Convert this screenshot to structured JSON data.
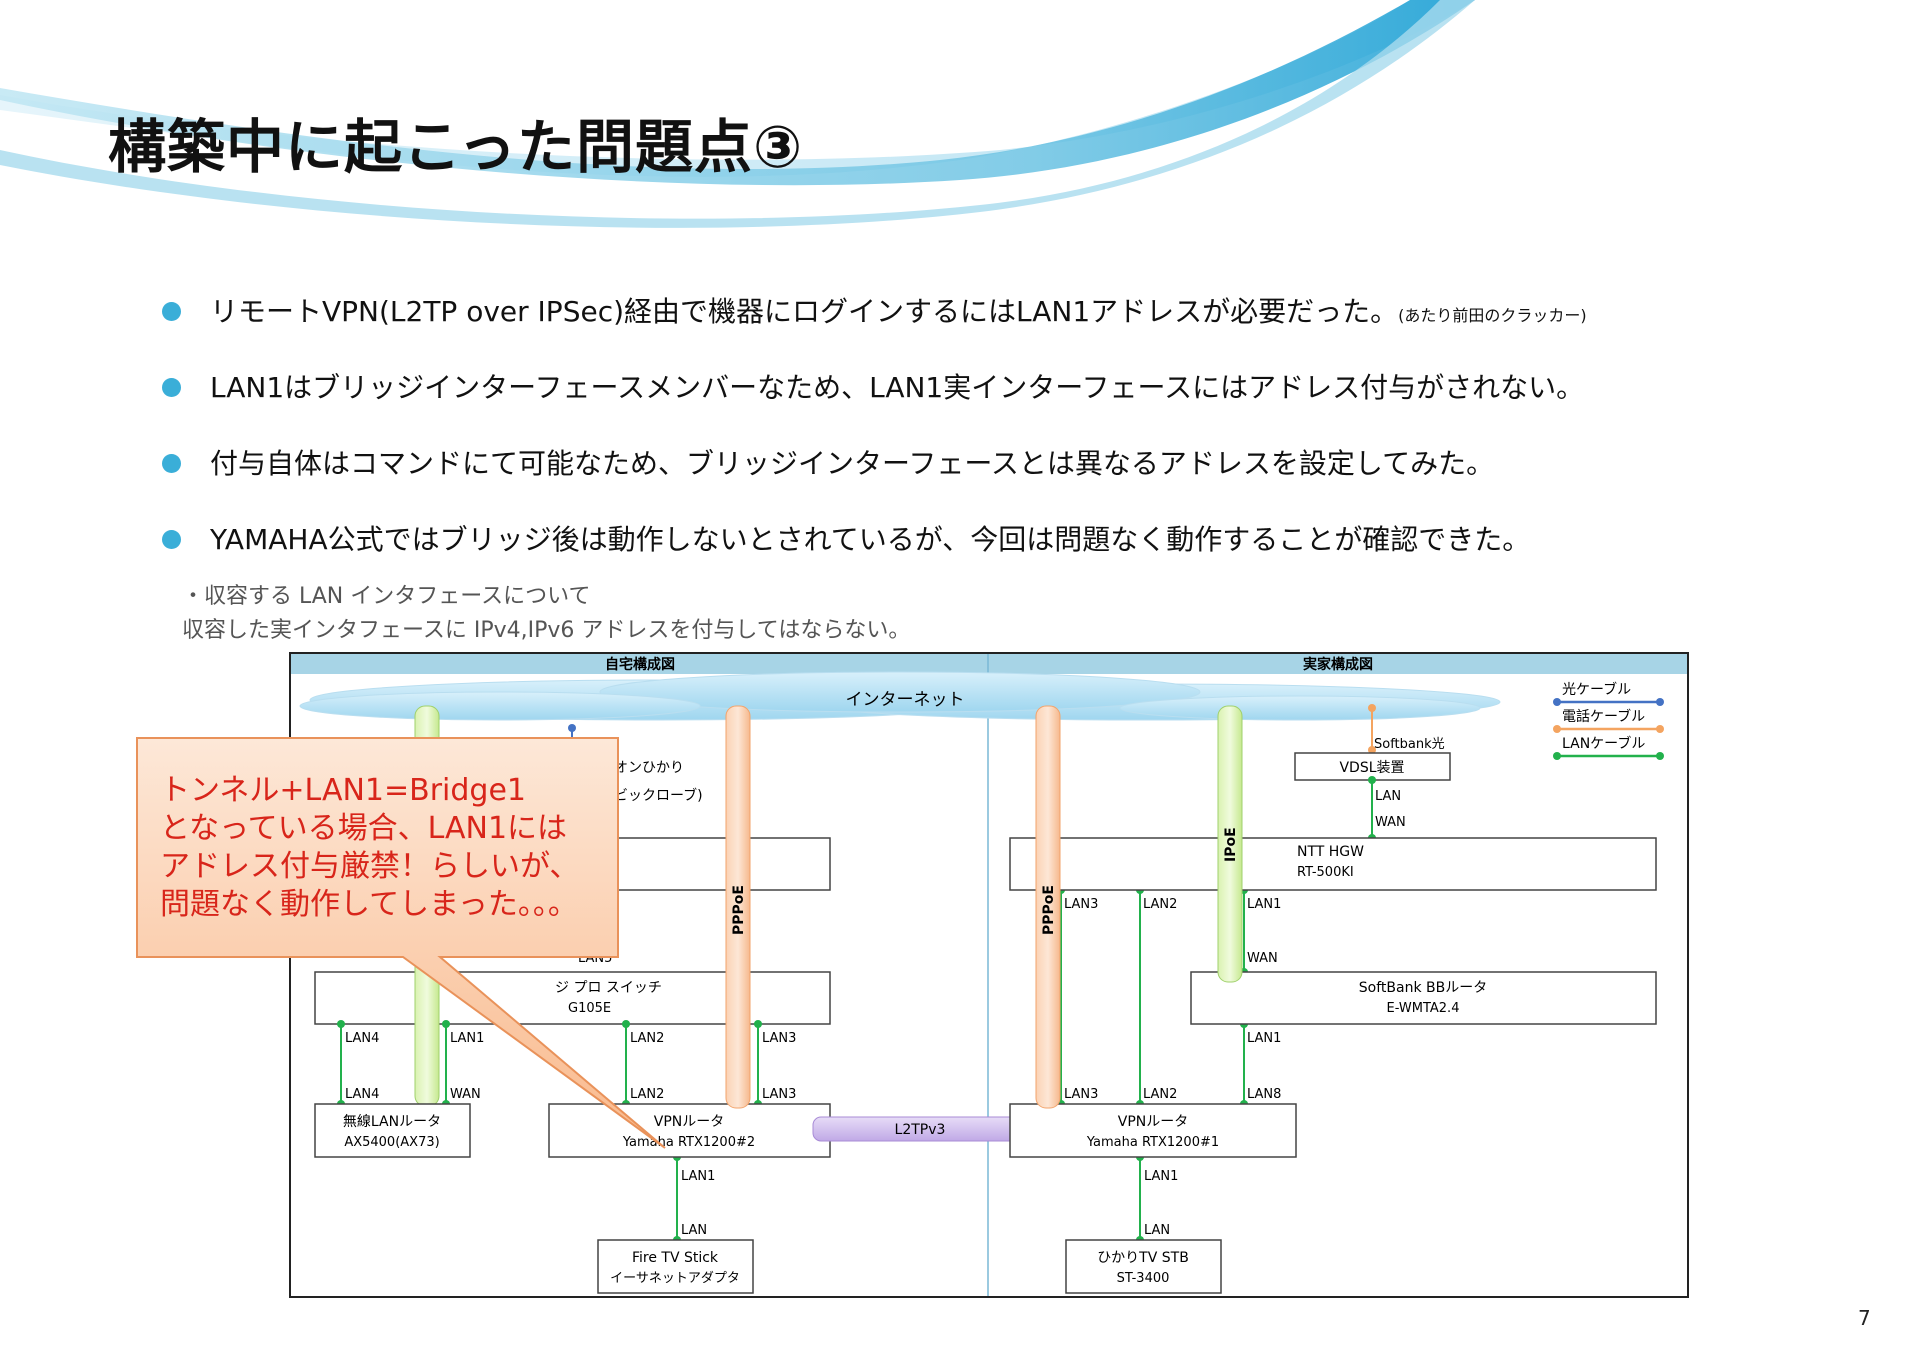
{
  "slide": {
    "title": "構築中に起こった問題点③",
    "bullets": [
      {
        "text": "リモートVPN(L2TP over IPSec)経由で機器にログインするにはLAN1アドレスが必要だった。",
        "note": "(あたり前田のクラッカー)"
      },
      {
        "text": "LAN1はブリッジインターフェースメンバーなため、LAN1実インターフェースにはアドレス付与がされない。",
        "note": ""
      },
      {
        "text": "付与自体はコマンドにて可能なため、ブリッジインターフェースとは異なるアドレスを設定してみた。",
        "note": ""
      },
      {
        "text": "YAMAHA公式ではブリッジ後は動作しないとされているが、今回は問題なく動作することが確認できた。",
        "note": ""
      }
    ],
    "quote_lines": [
      "・収容する LAN インタフェースについて",
      "収容した実インタフェースに IPv4,IPv6 アドレスを付与してはならない。"
    ],
    "page_number": "7"
  },
  "diagram": {
    "headers": {
      "left": "自宅構成図",
      "right": "実家構成図"
    },
    "internet": "インターネット",
    "legend": [
      {
        "label": "光ケーブル",
        "color": "#4472c4"
      },
      {
        "label": "電話ケーブル",
        "color": "#f4a460"
      },
      {
        "label": "LANケーブル",
        "color": "#22b14c"
      }
    ],
    "left": {
      "isp_partial": [
        "オンひかり",
        "ビックローブ)"
      ],
      "switch_partial": [
        "ジ プロ スイッチ",
        "G105E"
      ],
      "lan5_partial": "LAN5",
      "wireless_router": [
        "無線LANルータ",
        "AX5400(AX73)"
      ],
      "vpn_router": [
        "VPNルータ",
        "Yamaha RTX1200#2"
      ],
      "stb": [
        "Fire TV Stick",
        "イーサネットアダプタ"
      ],
      "ports": {
        "sw_lan4": "LAN4",
        "sw_lan1": "LAN1",
        "sw_lan2": "LAN2",
        "sw_lan3": "LAN3",
        "wl_lan4": "LAN4",
        "wl_wan": "WAN",
        "vpn_lan2": "LAN2",
        "vpn_lan3": "LAN3",
        "vpn_lan1": "LAN1",
        "stb_lan": "LAN"
      },
      "pppoe": "PPPoE"
    },
    "right": {
      "softbank_hikari": "Softbank光",
      "vdsl": "VDSL装置",
      "hgw": [
        "NTT HGW",
        "RT-500KI"
      ],
      "bb_router": [
        "SoftBank BBルータ",
        "E-WMTA2.4"
      ],
      "vpn_router": [
        "VPNルータ",
        "Yamaha RTX1200#1"
      ],
      "stb": [
        "ひかりTV STB",
        "ST-3400"
      ],
      "ports": {
        "vdsl_lan": "LAN",
        "hgw_wan": "WAN",
        "hgw_lan3": "LAN3",
        "hgw_lan2": "LAN2",
        "hgw_lan1": "LAN1",
        "bb_wan": "WAN",
        "bb_lan1": "LAN1",
        "vpn_lan3": "LAN3",
        "vpn_lan2": "LAN2",
        "vpn_lan8": "LAN8",
        "vpn_lan1": "LAN1",
        "stb_lan": "LAN"
      },
      "pppoe": "PPPoE",
      "ipoe": "IPoE"
    },
    "tunnel": "L2TPv3"
  },
  "callout": {
    "lines": [
      "トンネル+LAN1=Bridge1",
      "となっている場合、LAN1には",
      "アドレス付与厳禁！らしいが、",
      "問題なく動作してしまった。。。"
    ]
  }
}
